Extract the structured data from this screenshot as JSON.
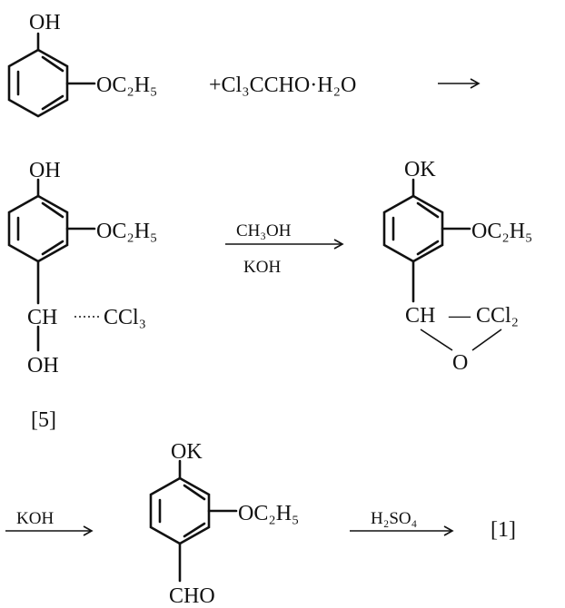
{
  "reaction_1": {
    "reactant_a": {
      "oh": "OH",
      "oet": "OC₂H₅"
    },
    "plus_reagent": "+Cl₃CCHO·H₂O"
  },
  "reaction_2": {
    "intermediate_5": {
      "oh": "OH",
      "oet": "OC₂H₅",
      "ch": "CH",
      "ccl3": "CCl₃",
      "oh_bottom": "OH",
      "label": "[5]"
    },
    "arrow_top": "CH₃OH",
    "arrow_bottom": "KOH",
    "epoxide": {
      "ok": "OK",
      "oet": "OC₂H₅",
      "ch": "CH",
      "dash": "—",
      "ccl2": "CCl₂",
      "o": "O"
    }
  },
  "reaction_3": {
    "arrow_1": "KOH",
    "aldehyde": {
      "ok": "OK",
      "oet": "OC₂H₅",
      "cho": "CHO"
    },
    "arrow_2": "H₂SO₄",
    "product": "[1]"
  }
}
